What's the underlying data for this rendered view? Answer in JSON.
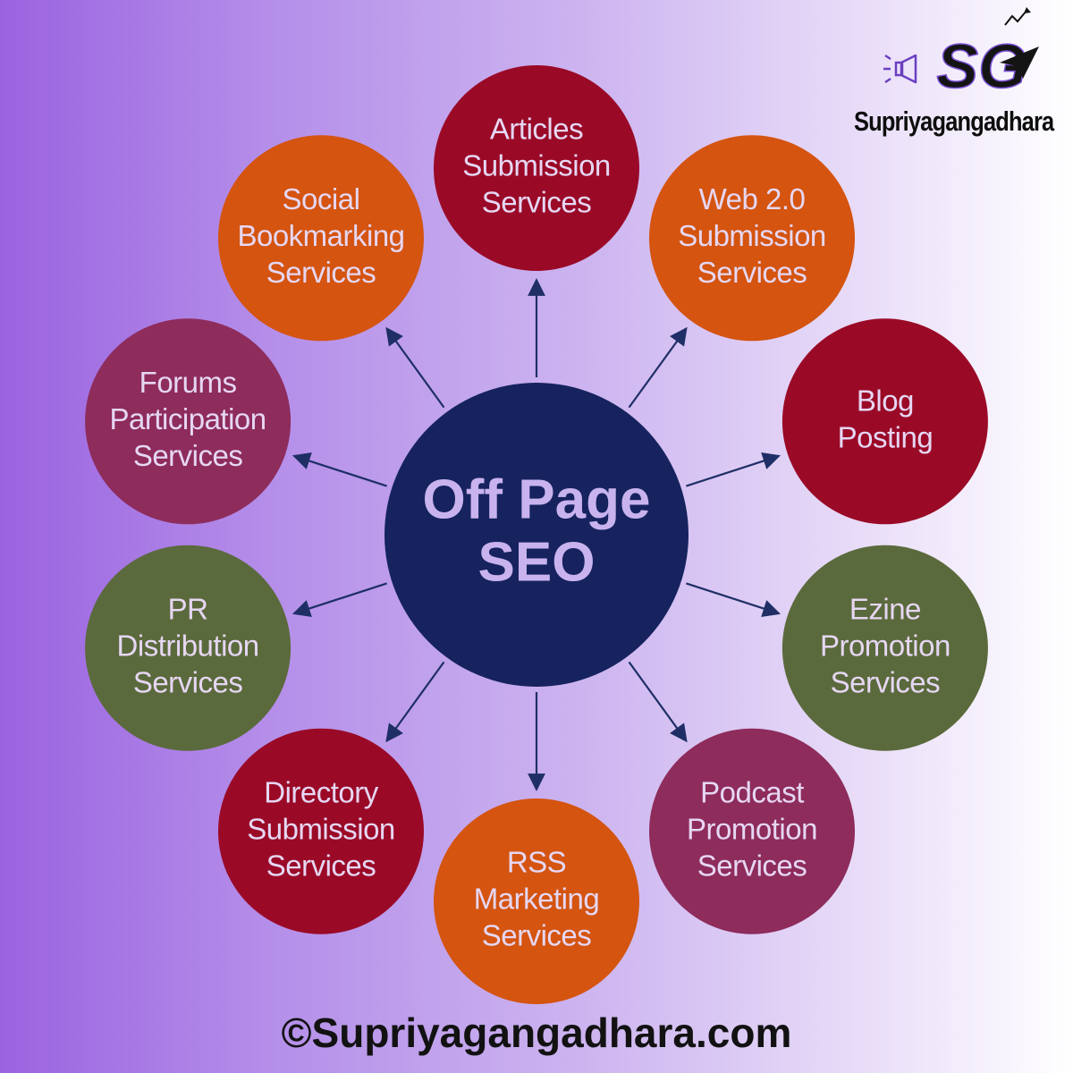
{
  "center": {
    "lines": [
      "Off Page",
      "SEO"
    ],
    "color": "#16235e"
  },
  "nodes": [
    {
      "lines": [
        "Articles",
        "Submission",
        "Services"
      ],
      "color": "#9a0a27"
    },
    {
      "lines": [
        "Web 2.0",
        "Submission",
        "Services"
      ],
      "color": "#d45410"
    },
    {
      "lines": [
        "Blog",
        "Posting"
      ],
      "color": "#9a0a27"
    },
    {
      "lines": [
        "Ezine",
        "Promotion",
        "Services"
      ],
      "color": "#5b6a3c"
    },
    {
      "lines": [
        "Podcast",
        "Promotion",
        "Services"
      ],
      "color": "#8e2c5c"
    },
    {
      "lines": [
        "RSS",
        "Marketing",
        "Services"
      ],
      "color": "#d45410"
    },
    {
      "lines": [
        "Directory",
        "Submission",
        "Services"
      ],
      "color": "#9a0a27"
    },
    {
      "lines": [
        "PR",
        "Distribution",
        "Services"
      ],
      "color": "#5b6a3c"
    },
    {
      "lines": [
        "Forums",
        "Participation",
        "Services"
      ],
      "color": "#8e2c5c"
    },
    {
      "lines": [
        "Social",
        "Bookmarking",
        "Services"
      ],
      "color": "#d45410"
    }
  ],
  "brand": {
    "logo_letters": "SG",
    "name": "Supriyagangadhara"
  },
  "footer": {
    "text": "©Supriyagangadhara.com"
  },
  "colors": {
    "arrow": "#1f2f66",
    "node_text": "#e6d7f3",
    "center_text": "#c9b3ef"
  }
}
